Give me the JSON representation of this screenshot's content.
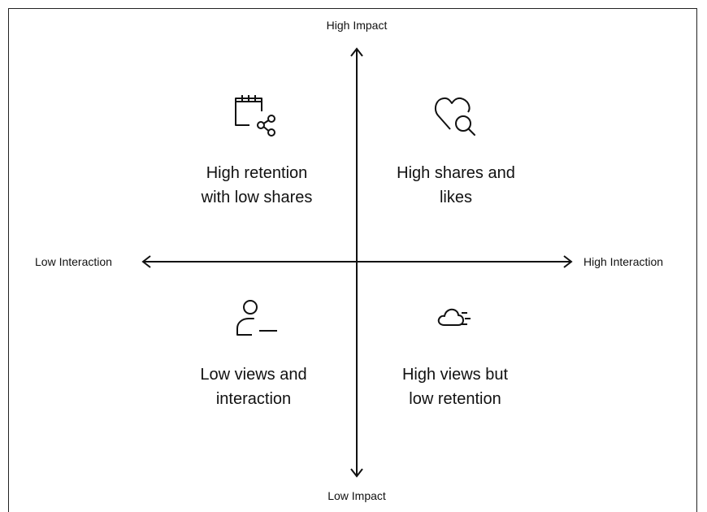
{
  "axes": {
    "top": "High Impact",
    "bottom": "Low Impact",
    "left": "Low Interaction",
    "right": "High Interaction"
  },
  "quadrants": [
    {
      "position": "top-left",
      "icon": "calendar-share-icon",
      "line1": "High retention",
      "line2": "with low shares"
    },
    {
      "position": "top-right",
      "icon": "heart-search-icon",
      "line1": "High shares and",
      "line2": "likes"
    },
    {
      "position": "bottom-left",
      "icon": "user-minus-icon",
      "line1": "Low views and",
      "line2": "interaction"
    },
    {
      "position": "bottom-right",
      "icon": "cloud-wind-icon",
      "line1": "High views but",
      "line2": "low retention"
    }
  ]
}
